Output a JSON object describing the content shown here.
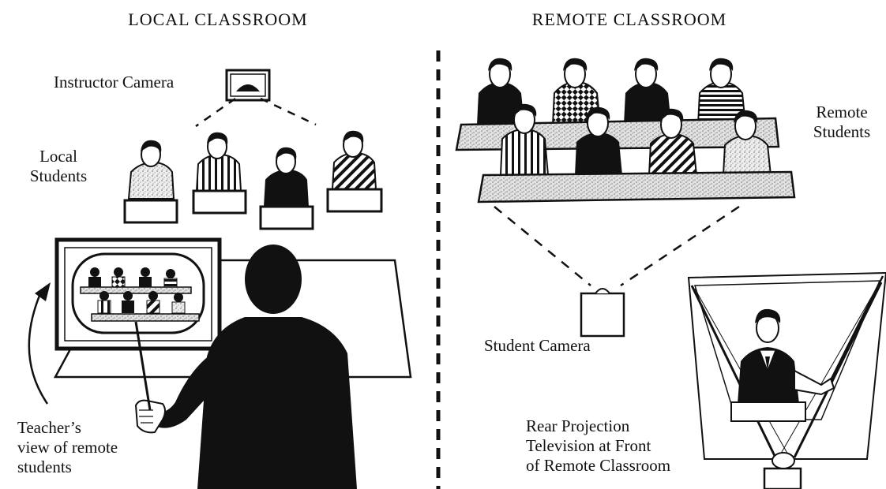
{
  "titles": {
    "local": "LOCAL CLASSROOM",
    "remote": "REMOTE CLASSROOM"
  },
  "labels": {
    "instructor_camera": "Instructor Camera",
    "local_students": "Local\nStudents",
    "remote_students": "Remote\nStudents",
    "student_camera": "Student Camera",
    "teacher_view": "Teacher’s\nview of remote\nstudents",
    "rear_projection": "Rear Projection\nTelevision at Front\nof Remote Classroom"
  },
  "colors": {
    "ink": "#111111",
    "paper": "#ffffff",
    "desk_texture": "#d9d9d9"
  }
}
